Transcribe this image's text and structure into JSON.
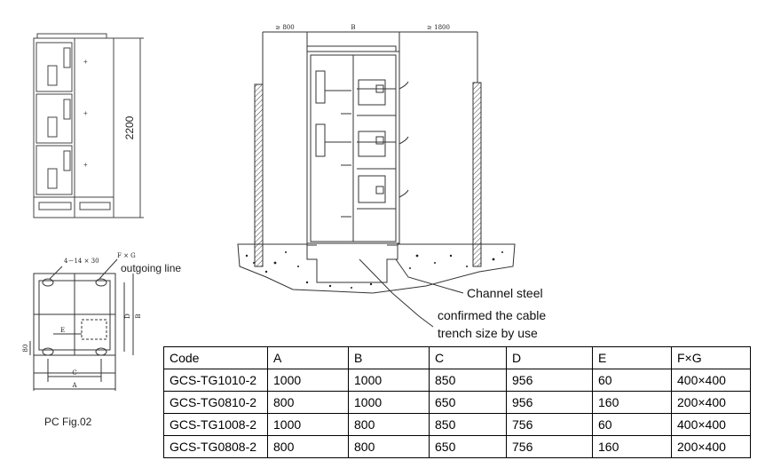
{
  "front_view": {
    "height_dim": "2200"
  },
  "side_view": {
    "left_clearance": "≥ 800",
    "width_dim": "B",
    "right_clearance": "≥ 1800"
  },
  "plan_view": {
    "holes_note": "4－14 × 30",
    "opening_note": "F × G",
    "outgoing_label": "outgoing line",
    "dim_a": "A",
    "dim_b": "B",
    "dim_c": "C",
    "dim_d": "D",
    "dim_e": "E",
    "dim_80": "80",
    "caption": "PC Fig.02"
  },
  "callouts": {
    "channel_steel": "Channel steel",
    "cable_trench": "confirmed the cable\ntrench size by use"
  },
  "spec_table": {
    "headers": [
      "Code",
      "A",
      "B",
      "C",
      "D",
      "E",
      "F×G"
    ],
    "rows": [
      [
        "GCS-TG1010-2",
        "1000",
        "1000",
        "850",
        "956",
        "60",
        "400×400"
      ],
      [
        "GCS-TG0810-2",
        "800",
        "1000",
        "650",
        "956",
        "160",
        "200×400"
      ],
      [
        "GCS-TG1008-2",
        "1000",
        "800",
        "850",
        "756",
        "60",
        "400×400"
      ],
      [
        "GCS-TG0808-2",
        "800",
        "800",
        "650",
        "756",
        "160",
        "200×400"
      ]
    ]
  }
}
